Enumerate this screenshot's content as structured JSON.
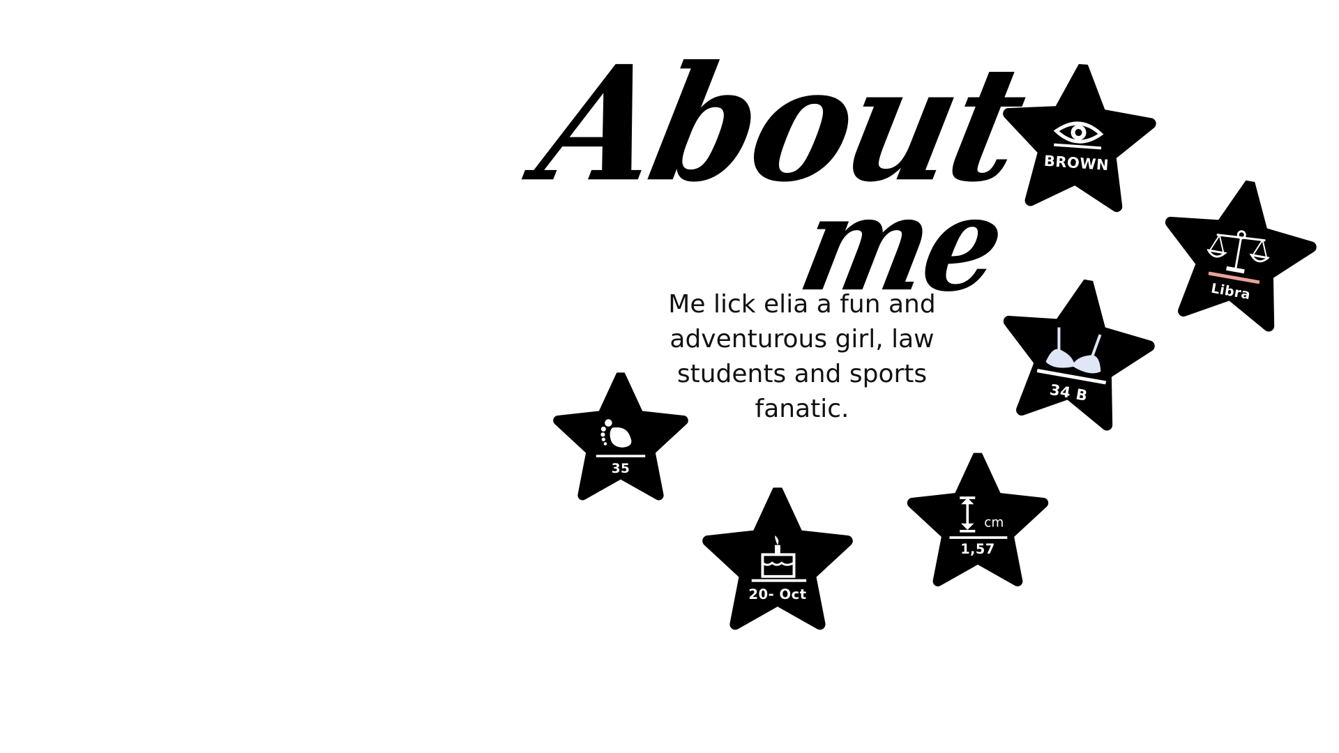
{
  "title": {
    "line1": "About",
    "line2": "me"
  },
  "bio": "Me lick elia a fun and adventurous girl, law students and sports fanatic.",
  "stats": {
    "eyes": {
      "label": "BROWN",
      "icon": "eye-icon"
    },
    "zodiac": {
      "label": "Libra",
      "icon": "libra-scales-icon"
    },
    "bra": {
      "label": "34 B",
      "icon": "bra-icon"
    },
    "shoe": {
      "label": "35",
      "icon": "foot-icon"
    },
    "height": {
      "label": "1,57",
      "unit": "cm",
      "icon": "height-icon"
    },
    "birthday": {
      "label": "20- Oct",
      "icon": "birthday-cake-icon"
    }
  },
  "colors": {
    "background": "#ffffff",
    "star_fill": "#000000",
    "icon_fill": "#ffffff",
    "libra_underline": "#e8a29a",
    "bra_tint": "#dfe6f5"
  }
}
